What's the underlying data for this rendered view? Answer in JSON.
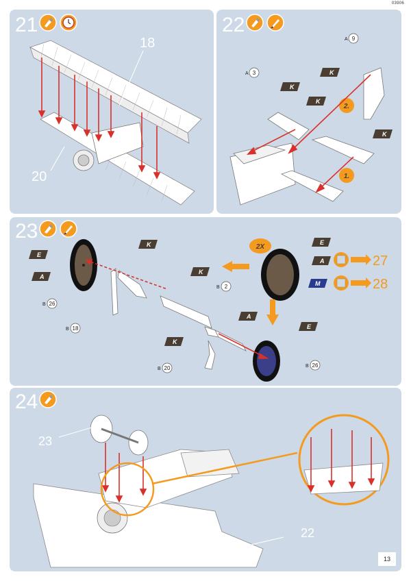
{
  "page": {
    "code": "03906",
    "number": "13"
  },
  "colors": {
    "panel": "#cdd9e6",
    "accent": "#f39a1f",
    "arrow": "#d9302a",
    "dark": "#5a4a3a"
  },
  "steps": [
    {
      "number": "21",
      "icons": [
        "glue-icon",
        "clock-icon"
      ],
      "callouts": [
        "18",
        "20"
      ]
    },
    {
      "number": "22",
      "icons": [
        "glue-icon",
        "paint-brush-icon"
      ],
      "parts": [
        "9",
        "3"
      ],
      "part_prefix": "A",
      "paint": [
        "K",
        "K",
        "K",
        "K"
      ],
      "order": [
        "2.",
        "1."
      ]
    },
    {
      "number": "23",
      "icons": [
        "glue-icon",
        "paint-brush-icon"
      ],
      "parts": [
        "26",
        "18",
        "2",
        "20",
        "26"
      ],
      "part_prefix": "B",
      "paint": [
        "E",
        "A",
        "K",
        "K",
        "K",
        "E",
        "A",
        "M",
        "A",
        "E"
      ],
      "multiplier": "2X",
      "refs": [
        "27",
        "28"
      ]
    },
    {
      "number": "24",
      "icons": [
        "glue-icon"
      ],
      "callouts": [
        "23",
        "22"
      ]
    }
  ]
}
